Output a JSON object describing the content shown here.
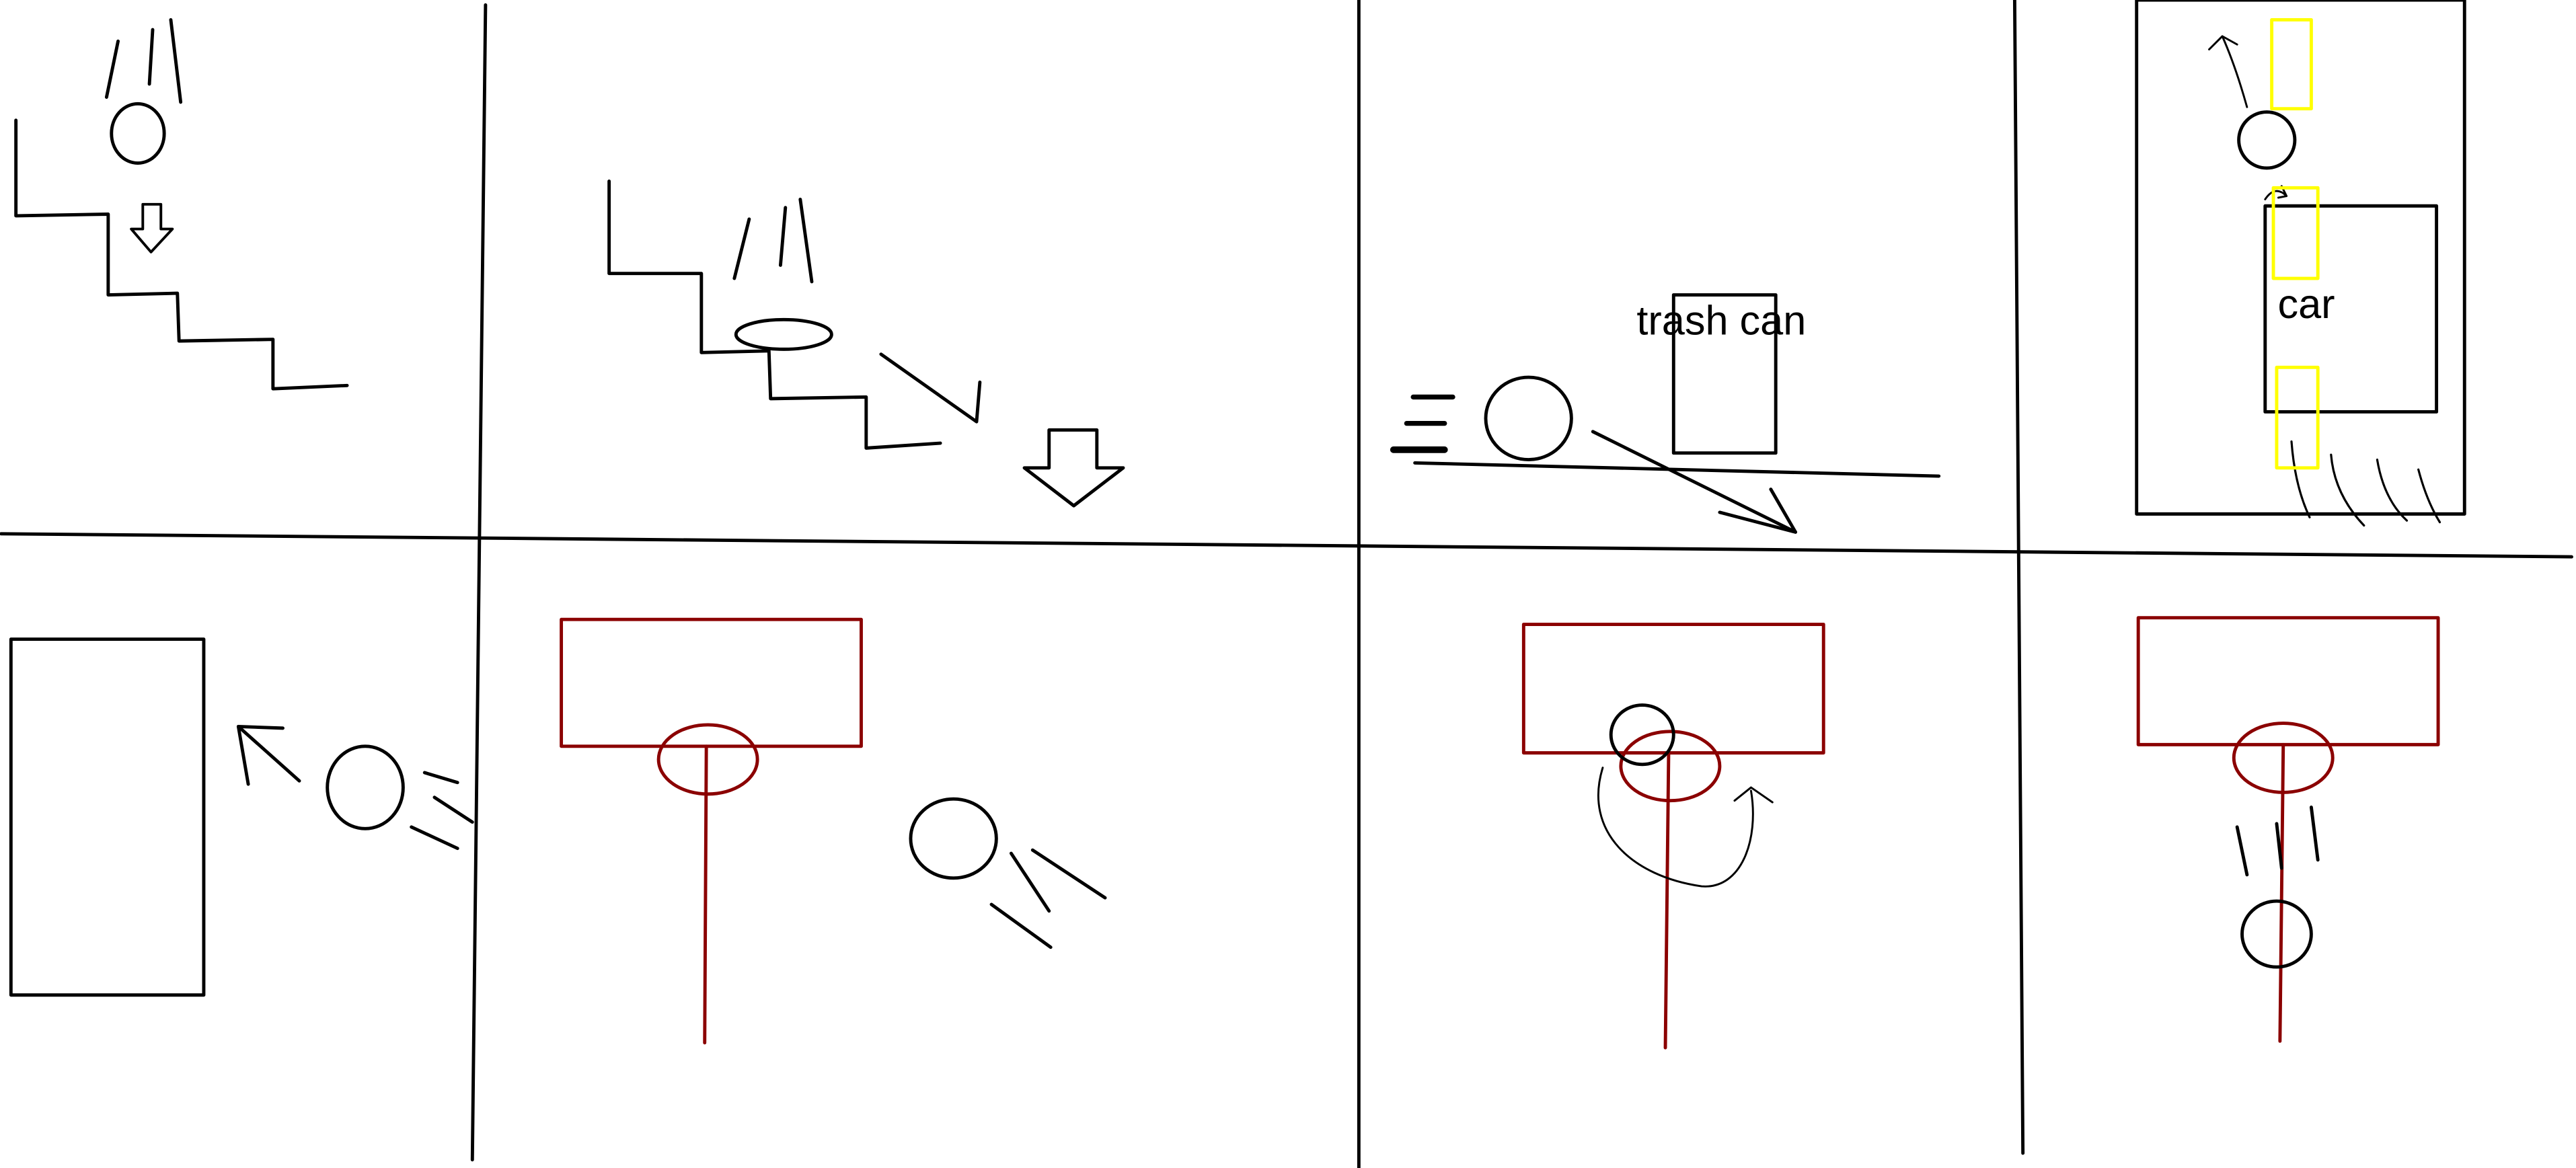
{
  "canvas": {
    "background": "#ffffff"
  },
  "colors": {
    "ink": "#000000",
    "hoop": "#8b0000",
    "highlight": "#ffff00"
  },
  "panels": [
    {
      "id": "panel-1",
      "description_icon": "ball-bouncing-down-stairs"
    },
    {
      "id": "panel-2",
      "description_icon": "ball-squashing-on-stairs"
    },
    {
      "id": "panel-3",
      "description_icon": "ball-rolling-past-trash-can",
      "trash_can_label": "trash can"
    },
    {
      "id": "panel-4",
      "description_icon": "ball-bouncing-over-car",
      "car_label": "car"
    },
    {
      "id": "panel-5",
      "description_icon": "ball-bouncing-off-wall"
    },
    {
      "id": "panel-6",
      "description_icon": "ball-flying-toward-hoop"
    },
    {
      "id": "panel-7",
      "description_icon": "ball-circling-hoop-rim"
    },
    {
      "id": "panel-8",
      "description_icon": "ball-dropping-through-hoop"
    }
  ]
}
